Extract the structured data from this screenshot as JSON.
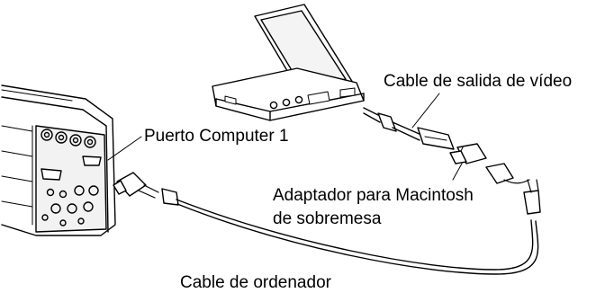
{
  "labels": {
    "video_cable": "Cable de salida de vídeo",
    "computer_port": "Puerto Computer 1",
    "mac_adapter_line1": "Adaptador para Macintosh",
    "mac_adapter_line2": "de sobremesa",
    "computer_cable": "Cable de ordenador"
  },
  "colors": {
    "line": "#000000",
    "fill": "#ffffff",
    "shade": "#e6e6e6"
  }
}
